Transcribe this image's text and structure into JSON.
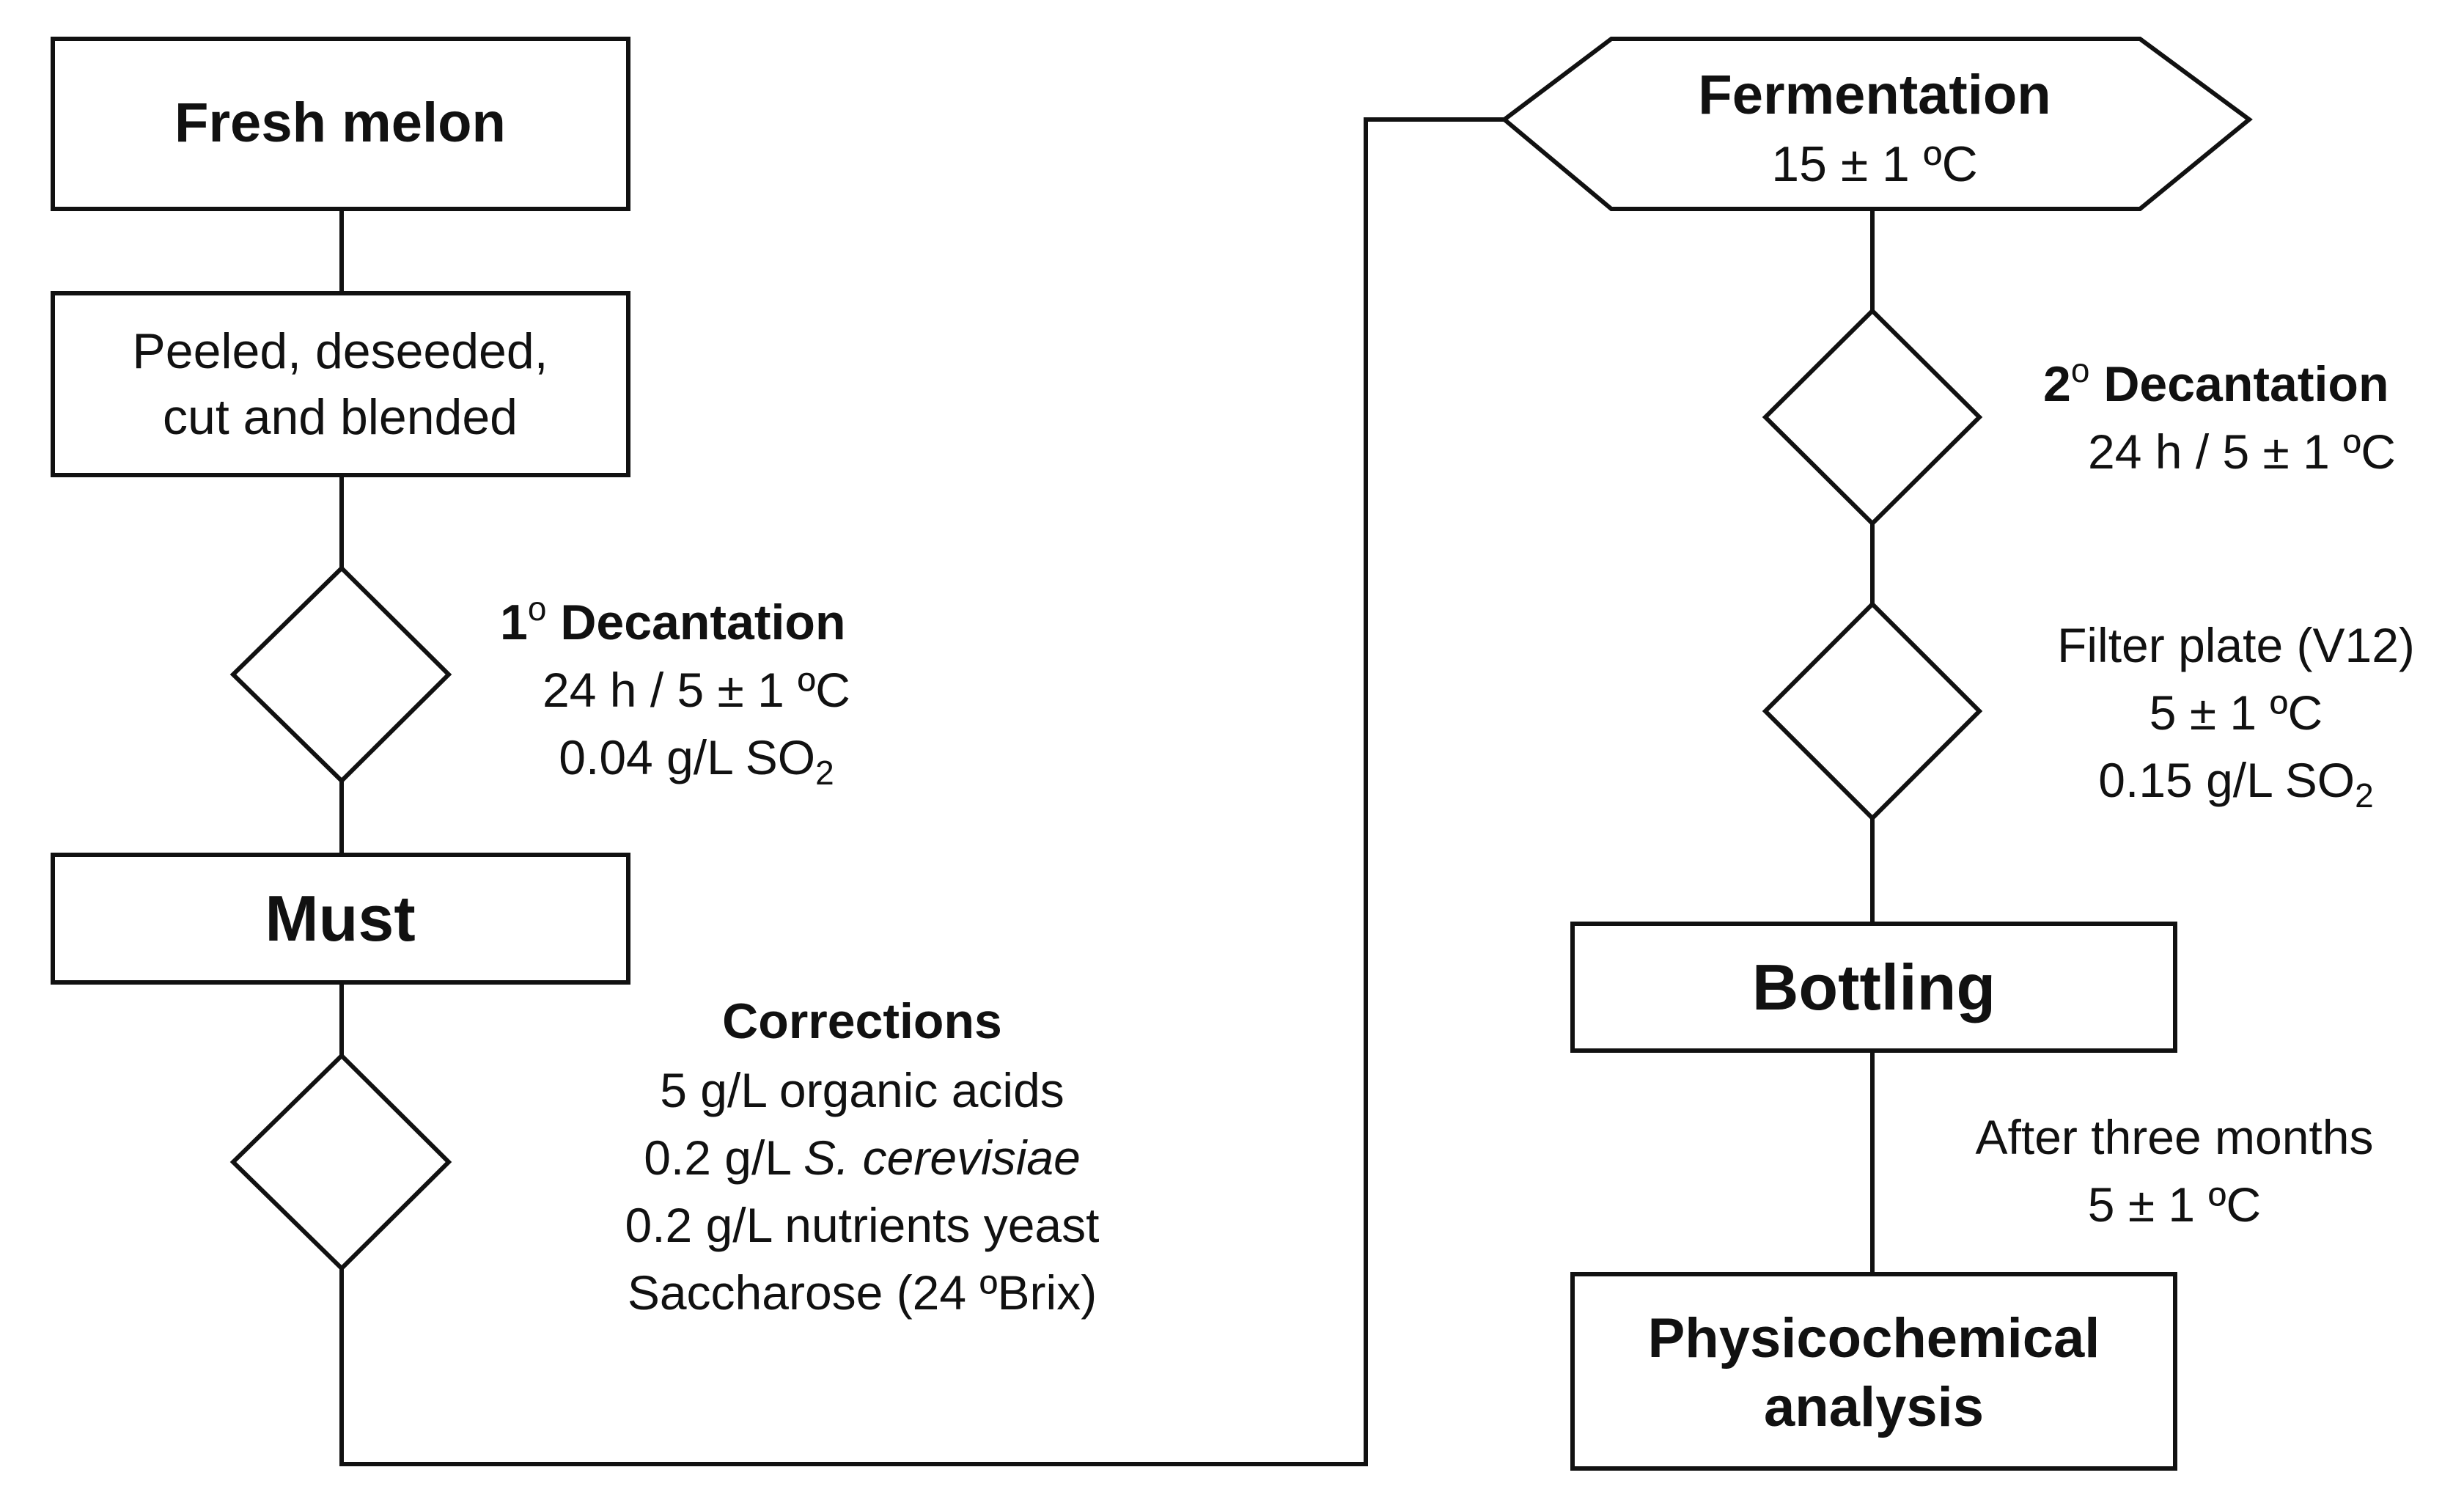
{
  "nodes": {
    "fresh_melon": "Fresh melon",
    "prep_line1": "Peeled, deseeded,",
    "prep_line2": "cut and blended",
    "must": "Must",
    "fermentation": "Fermentation",
    "fermentation_temp": "15 ± 1 ºC",
    "bottling": "Bottling",
    "analysis_line1": "Physicochemical",
    "analysis_line2": "analysis"
  },
  "annotations": {
    "decantation1": {
      "title_sup": "1",
      "title_o": "o",
      "title_rest": " Decantation",
      "line1": "24 h / 5 ± 1 ºC",
      "line2_prefix": "0.04 g/L SO",
      "line2_sub": "2"
    },
    "corrections": {
      "title": "Corrections",
      "line1": "5 g/L organic acids",
      "line2_prefix": "0.2 g/L ",
      "line2_italic": "S. cerevisiae",
      "line3": "0.2 g/L nutrients  yeast",
      "line4": "Saccharose (24 ºBrix)"
    },
    "decantation2": {
      "title_num": "2",
      "title_o": "o",
      "title_rest": " Decantation",
      "line1": "24 h / 5 ± 1 ºC"
    },
    "filter": {
      "line1": "Filter plate (V12)",
      "line2": "5 ± 1 ºC",
      "line3_prefix": "0.15 g/L SO",
      "line3_sub": "2"
    },
    "aging": {
      "line1": "After three months",
      "line2": "5 ± 1 ºC"
    }
  }
}
